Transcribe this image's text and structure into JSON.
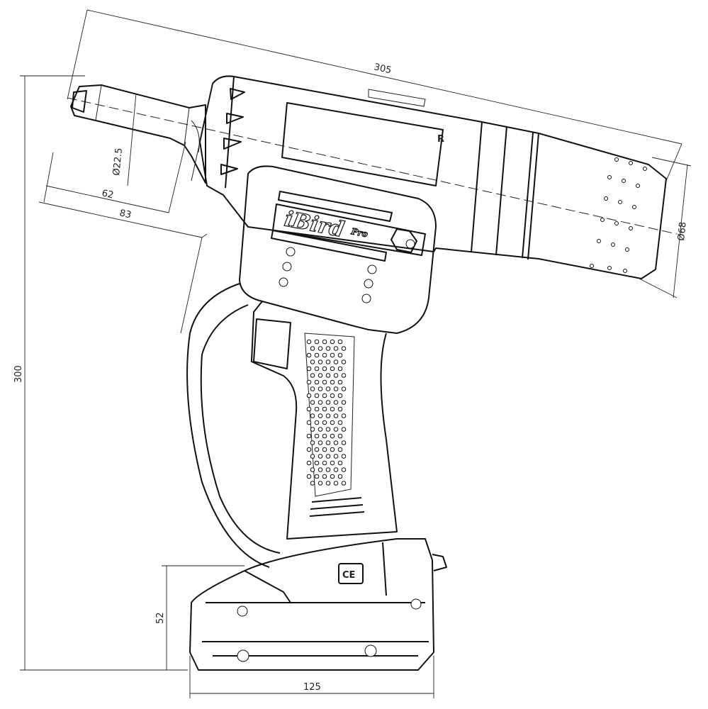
{
  "drawing": {
    "brand_logo": "iBird",
    "brand_sub": "Pro",
    "mark_r": "R",
    "mark_ce": "CE"
  },
  "dimensions": {
    "overall_length": "305",
    "overall_height": "300",
    "nose_diameter": "Ø22.5",
    "nose_length": "62",
    "nose_to_head": "83",
    "body_diameter": "Ø68",
    "battery_height": "52",
    "battery_length": "125"
  }
}
